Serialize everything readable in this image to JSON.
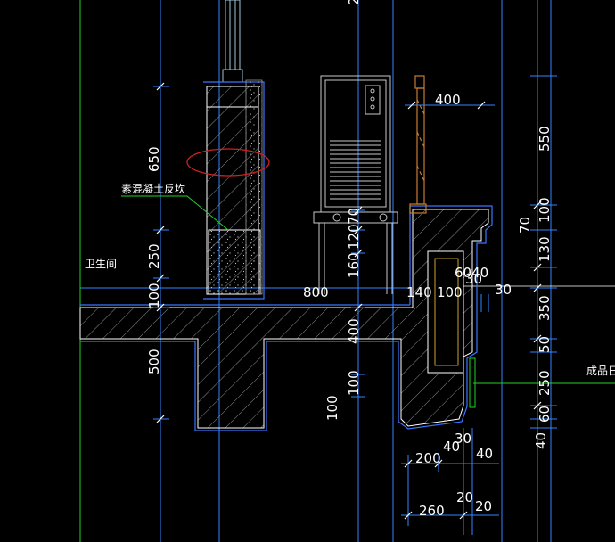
{
  "colors": {
    "background": "#000000",
    "axis_blue": "#2f86ff",
    "concrete_outline": "#ffffff",
    "hatch_outline": "#9aa0a0",
    "insulation_blue": "#3a74ff",
    "leader_green": "#22d322",
    "annotation_red": "#d22020",
    "equipment": "#c8c8c8",
    "handrail_orange": "#c87a30"
  },
  "labels": {
    "room_name": "卫生间",
    "curb_label": "素混凝土反坎",
    "finished_label": "成品日"
  },
  "dims": {
    "d650": "650",
    "d250": "250",
    "d100a": "100",
    "d500": "500",
    "d800": "800",
    "d70": "70",
    "d120": "120",
    "d160": "160",
    "d400v": "400",
    "d100b": "100",
    "d100c": "100",
    "d400top": "400",
    "d550": "550",
    "d100d": "100",
    "d70b": "70",
    "d130": "130",
    "d6040": "6040",
    "d30a": "30",
    "d30b": "30",
    "d140": "140",
    "d100e": "100",
    "d350": "350",
    "d50": "50",
    "d250b": "250",
    "d60": "60",
    "d40a": "40",
    "d200": "200",
    "d40b": "40",
    "d30c": "30",
    "d40c": "40",
    "d260": "260",
    "d20a": "20",
    "d20b": "20",
    "top_cut": "2"
  }
}
